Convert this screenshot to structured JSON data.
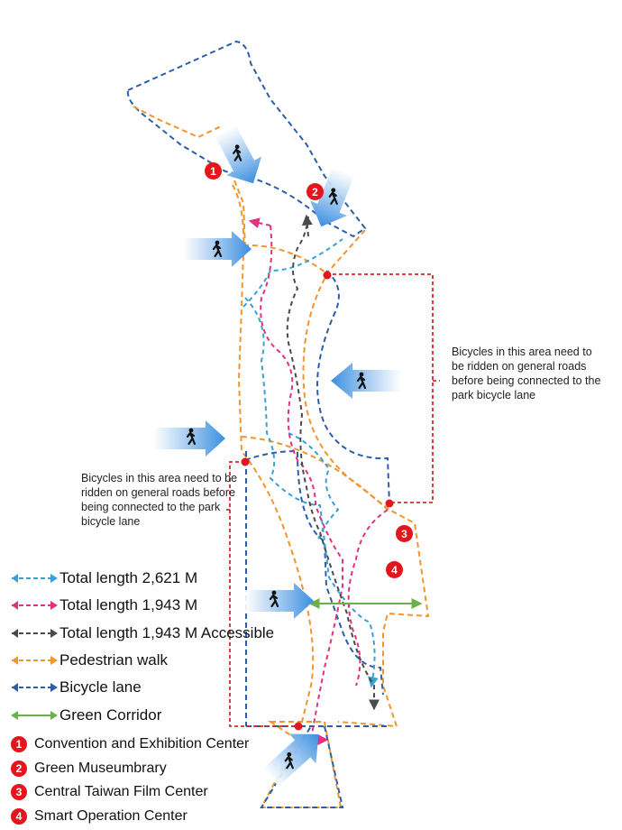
{
  "notes": {
    "upper": "Bicycles in this area need to be ridden on general roads before being connected to the park bicycle lane",
    "lower": "Bicycles in this area need to be ridden on general roads before being connected to the park bicycle lane"
  },
  "legend": {
    "routes": [
      {
        "label": "Total length 2,621 M",
        "color": "#3aa0d6",
        "style": "dashed-arrow"
      },
      {
        "label": "Total length 1,943 M",
        "color": "#e0327e",
        "style": "dashed-arrow"
      },
      {
        "label": "Total length 1,943 M Accessible",
        "color": "#4a4a4a",
        "style": "dashed-arrow"
      },
      {
        "label": "Pedestrian walk",
        "color": "#f0962e",
        "style": "dashed-arrow"
      },
      {
        "label": "Bicycle lane",
        "color": "#2c5ea8",
        "style": "dashed-arrow"
      },
      {
        "label": "Green Corridor",
        "color": "#6bb04a",
        "style": "solid-double-arrow"
      }
    ],
    "places": [
      {
        "number": "1",
        "label": "Convention and Exhibition Center"
      },
      {
        "number": "2",
        "label": "Green Museumbrary"
      },
      {
        "number": "3",
        "label": "Central Taiwan Film Center"
      },
      {
        "number": "4",
        "label": "Smart Operation Center"
      }
    ]
  },
  "map_badges": [
    "1",
    "2",
    "3",
    "4"
  ],
  "icons": [
    "pedestrian-icon",
    "entry-arrow-icon"
  ],
  "colors": {
    "marker_red": "#e3161e",
    "area_border_red": "#d42a2a",
    "arrow_blue": "#4a9ee0"
  }
}
